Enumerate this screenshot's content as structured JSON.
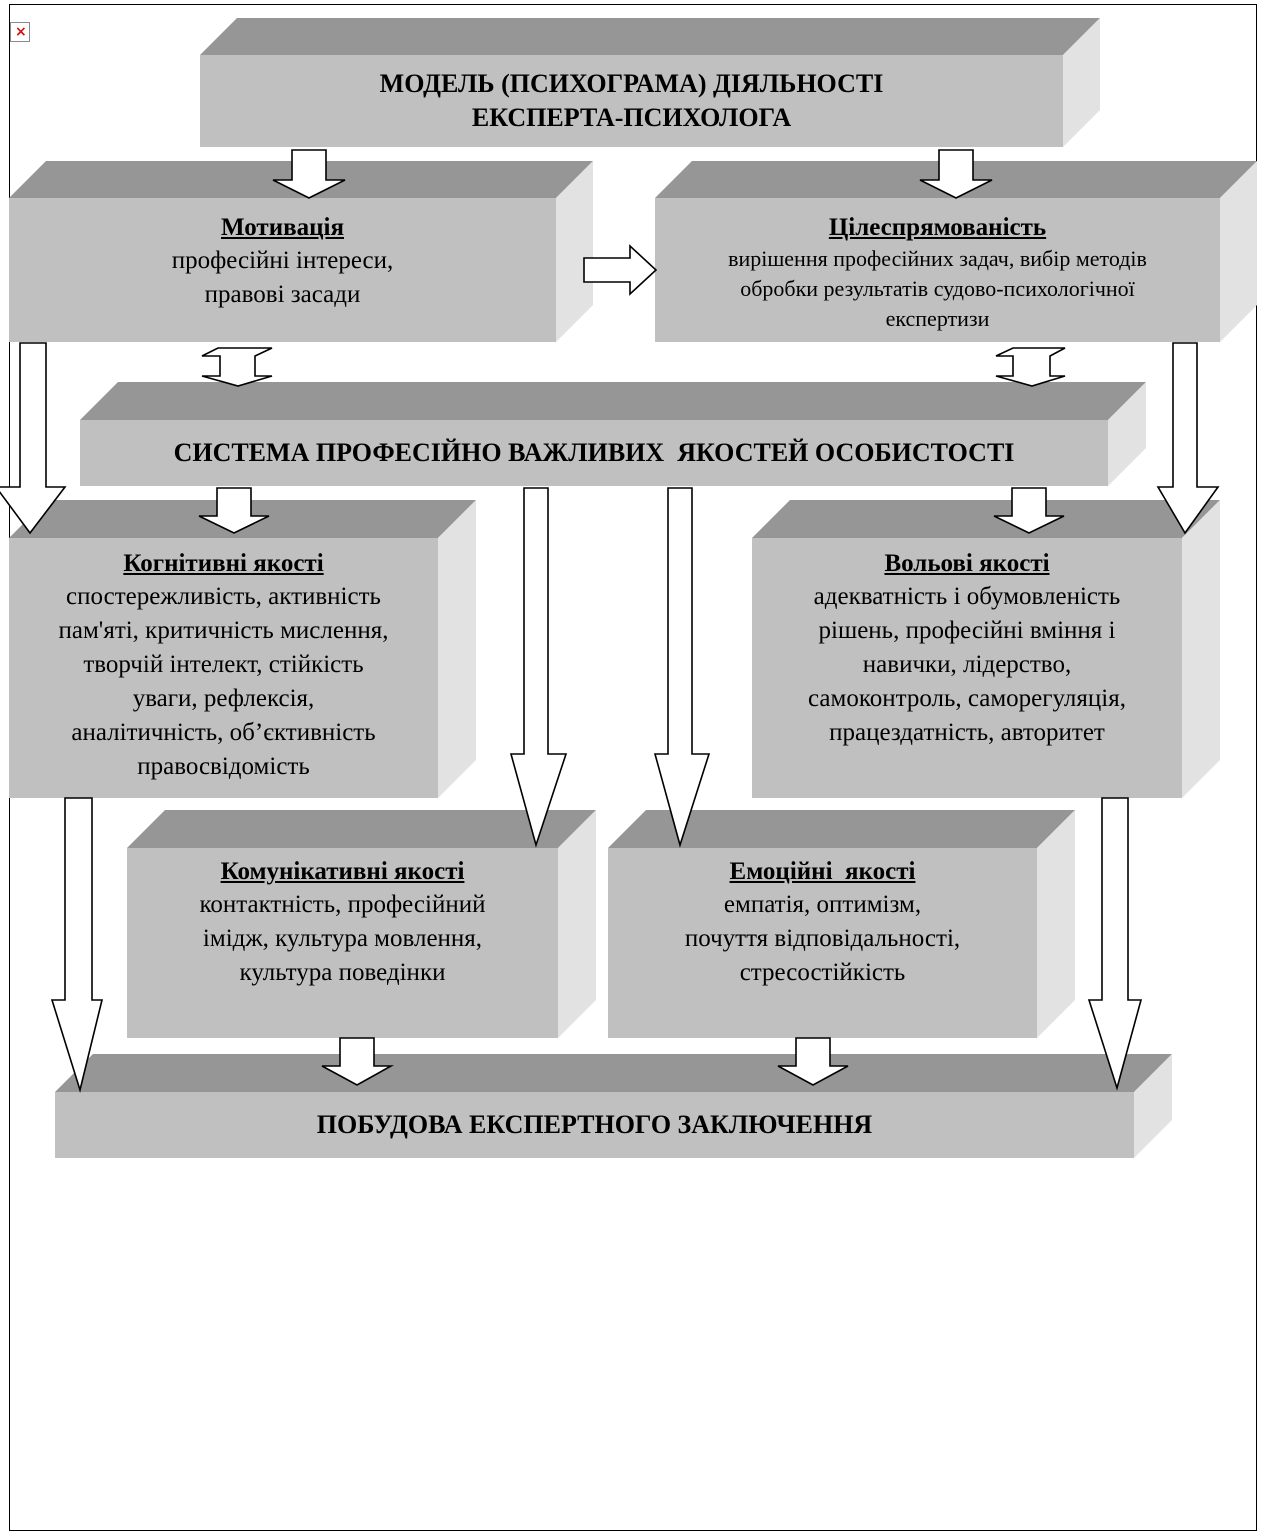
{
  "broken_image_icon": "×",
  "colors": {
    "front": "#c0c0c0",
    "top": "#969696",
    "side": "#e2e2e2",
    "arrow_fill": "#ffffff",
    "arrow_stroke": "#000000"
  },
  "header": {
    "line1": "МОДЕЛЬ (ПСИХОГРАМА) ДІЯЛЬНОСТІ",
    "line2": "ЕКСПЕРТА-ПСИХОЛОГА"
  },
  "motivation": {
    "title": "Мотивація",
    "lines": [
      "професійні інтереси,",
      "правові засади"
    ]
  },
  "purpose": {
    "title": "Цілеспрямованість",
    "lines": [
      "вирішення професійних задач, вибір методів",
      "обробки результатів судово-психологічної",
      "експертизи"
    ]
  },
  "system": {
    "label": "СИСТЕМА ПРОФЕСІЙНО ВАЖЛИВИХ  ЯКОСТЕЙ ОСОБИСТОСТІ"
  },
  "cognitive": {
    "title": "Когнітивні якості",
    "lines": [
      "спостережливість, активність",
      "пам'яті, критичність мислення,",
      "творчій інтелект, стійкість",
      "уваги, рефлексія,",
      "аналітичність, об’єктивність",
      "правосвідомість"
    ]
  },
  "volitional": {
    "title": "Вольові якості",
    "lines": [
      "адекватність і обумовленість",
      "рішень, професійні вміння і",
      "навички, лідерство,",
      "самоконтроль, саморегуляція,",
      "працездатність, авторитет"
    ]
  },
  "communicative": {
    "title": "Комунікативні якості",
    "lines": [
      "контактність, професійний",
      "імідж, культура мовлення,",
      "культура поведінки"
    ]
  },
  "emotional": {
    "title": "Емоційні  якості",
    "lines": [
      "емпатія, оптимізм,",
      "почуття відповідальності,",
      "стресостійкість"
    ]
  },
  "footer": {
    "label": "ПОБУДОВА ЕКСПЕРТНОГО ЗАКЛЮЧЕННЯ"
  }
}
